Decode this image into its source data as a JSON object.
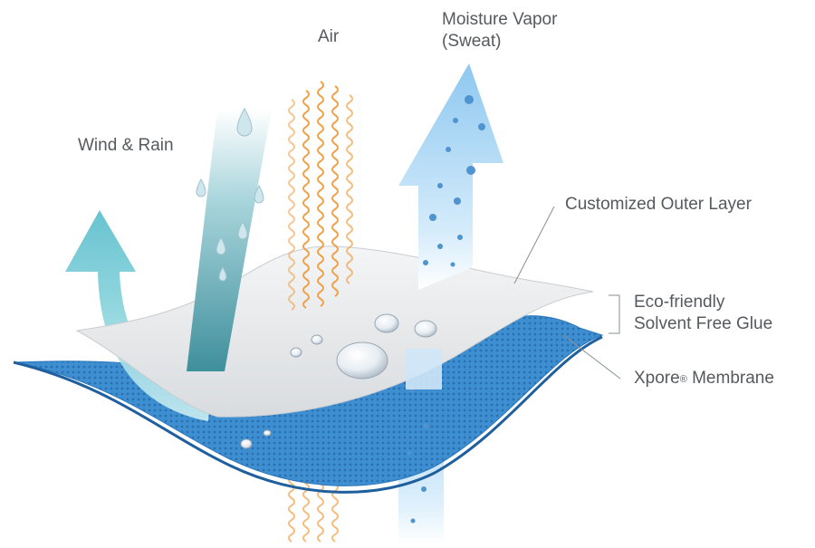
{
  "labels": {
    "wind_rain": "Wind & Rain",
    "air": "Air",
    "moisture_vapor_line1": "Moisture Vapor",
    "moisture_vapor_line2": "(Sweat)",
    "outer_layer": "Customized Outer Layer",
    "glue_line1": "Eco-friendly",
    "glue_line2": "Solvent Free Glue",
    "membrane_name": "Xpore",
    "membrane_mark": "®",
    "membrane_suffix": " Membrane"
  },
  "colors": {
    "text": "#555a5e",
    "leader_line": "#8a8f93",
    "outer_layer": "#e9eaec",
    "membrane": "#3d8fd1",
    "wind_arrow": "#5cbfcb",
    "rain_arrow": "#3f8f9c",
    "air_waves": "#f0a24a",
    "vapor_arrow": "#9fd0f3",
    "water_drop": "#dfe7ee"
  },
  "icons": [
    "wind-arrow-icon",
    "rain-arrow-icon",
    "air-waves-icon",
    "vapor-arrow-icon",
    "water-droplet-icon"
  ]
}
